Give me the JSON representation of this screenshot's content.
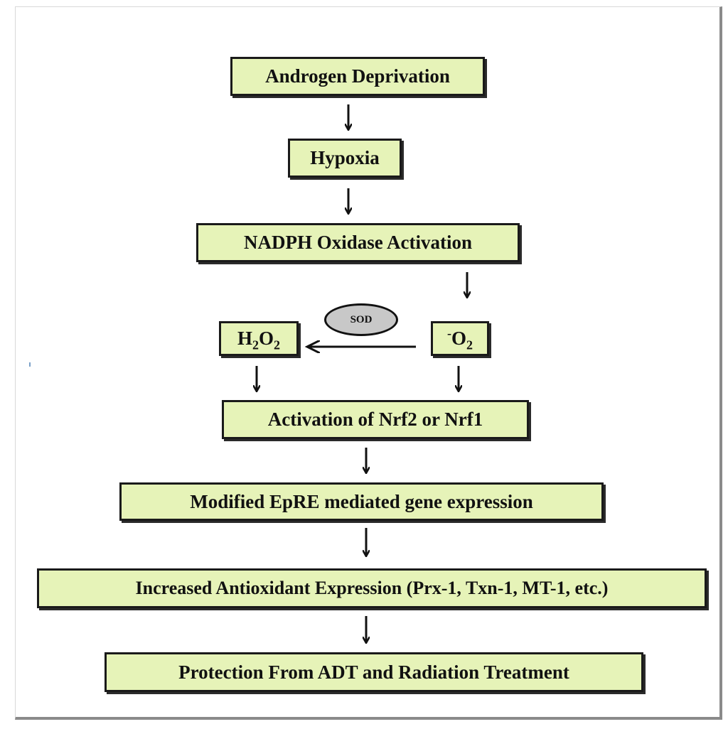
{
  "diagram": {
    "nodes": {
      "androgen_deprivation": "Androgen Deprivation",
      "hypoxia": "Hypoxia",
      "nadph_oxidase": "NADPH Oxidase Activation",
      "h2o2": {
        "main1": "H",
        "sub1": "2",
        "main2": "O",
        "sub2": "2"
      },
      "superoxide": {
        "sup": "-",
        "main": "O",
        "sub": "2"
      },
      "sod": "SOD",
      "activation_nrf": "Activation of Nrf2 or Nrf1",
      "modified_epre": "Modified EpRE mediated gene expression",
      "increased_antioxidant": "Increased Antioxidant Expression (Prx-1, Txn-1, MT-1, etc.)",
      "protection": "Protection From ADT and Radiation Treatment"
    },
    "colors": {
      "box_fill": "#e6f3b8",
      "box_border": "#1a1a1a",
      "sod_fill": "#c8c8c8",
      "arrow": "#111111"
    }
  }
}
